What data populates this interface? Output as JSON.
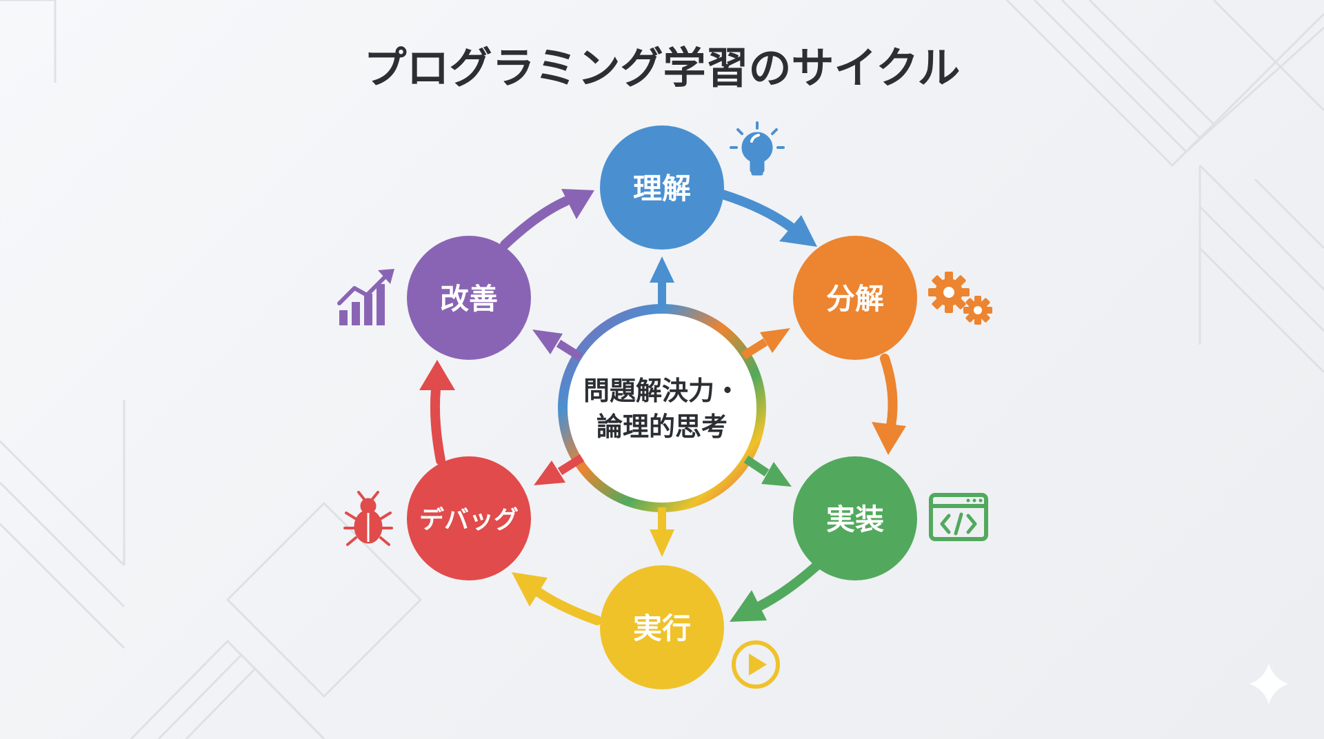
{
  "title": "プログラミング学習のサイクル",
  "center": {
    "line1": "問題解決力・",
    "line2": "論理的思考"
  },
  "steps": [
    {
      "label": "理解",
      "color": "#4a90d0",
      "icon": "lightbulb-icon"
    },
    {
      "label": "分解",
      "color": "#ec8430",
      "icon": "gears-icon"
    },
    {
      "label": "実装",
      "color": "#52a95d",
      "icon": "code-window-icon"
    },
    {
      "label": "実行",
      "color": "#efc22a",
      "icon": "play-icon"
    },
    {
      "label": "デバッグ",
      "color": "#e14b4b",
      "icon": "bug-icon"
    },
    {
      "label": "改善",
      "color": "#8a64b4",
      "icon": "growth-chart-icon"
    }
  ],
  "colors": {
    "title": "#2b2f33",
    "center_text": "#2b2f33",
    "decor_lines": "#dde1e6"
  }
}
